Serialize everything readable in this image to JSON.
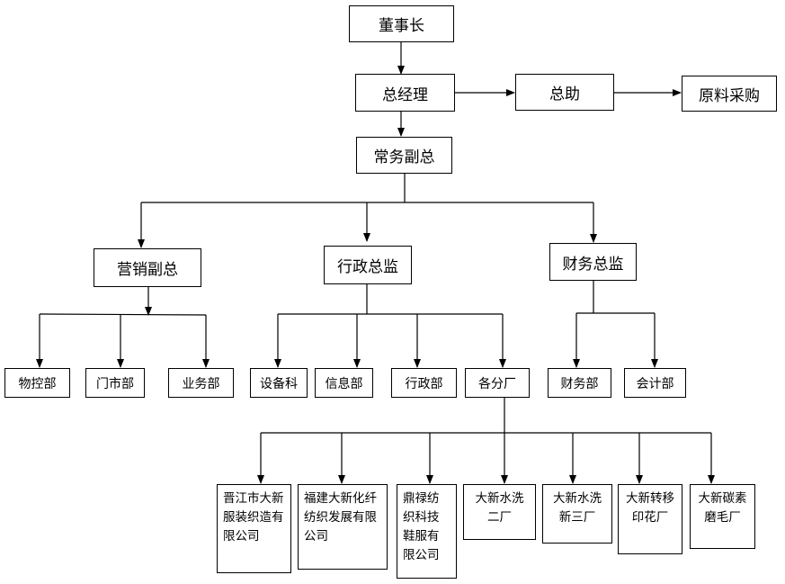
{
  "chairman": "董事长",
  "general_manager": "总经理",
  "assistant": "总助",
  "purchasing": "原料采购",
  "executive_vp": "常务副总",
  "vp_marketing": {
    "title": "营销副总",
    "departments": [
      "物控部",
      "门市部",
      "业务部"
    ]
  },
  "admin_director": {
    "title": "行政总监",
    "departments": [
      "设备科",
      "信息部",
      "行政部",
      "各分厂"
    ]
  },
  "finance_director": {
    "title": "财务总监",
    "departments": [
      "财务部",
      "会计部"
    ]
  },
  "factories": [
    "晋江市大新服装织造有限公司",
    "福建大新化纤纺织发展有限公司",
    "鼎禄纺织科技鞋服有限公司",
    "大新水洗二厂",
    "大新水洗新三厂",
    "大新转移印花厂",
    "大新碳素磨毛厂"
  ]
}
